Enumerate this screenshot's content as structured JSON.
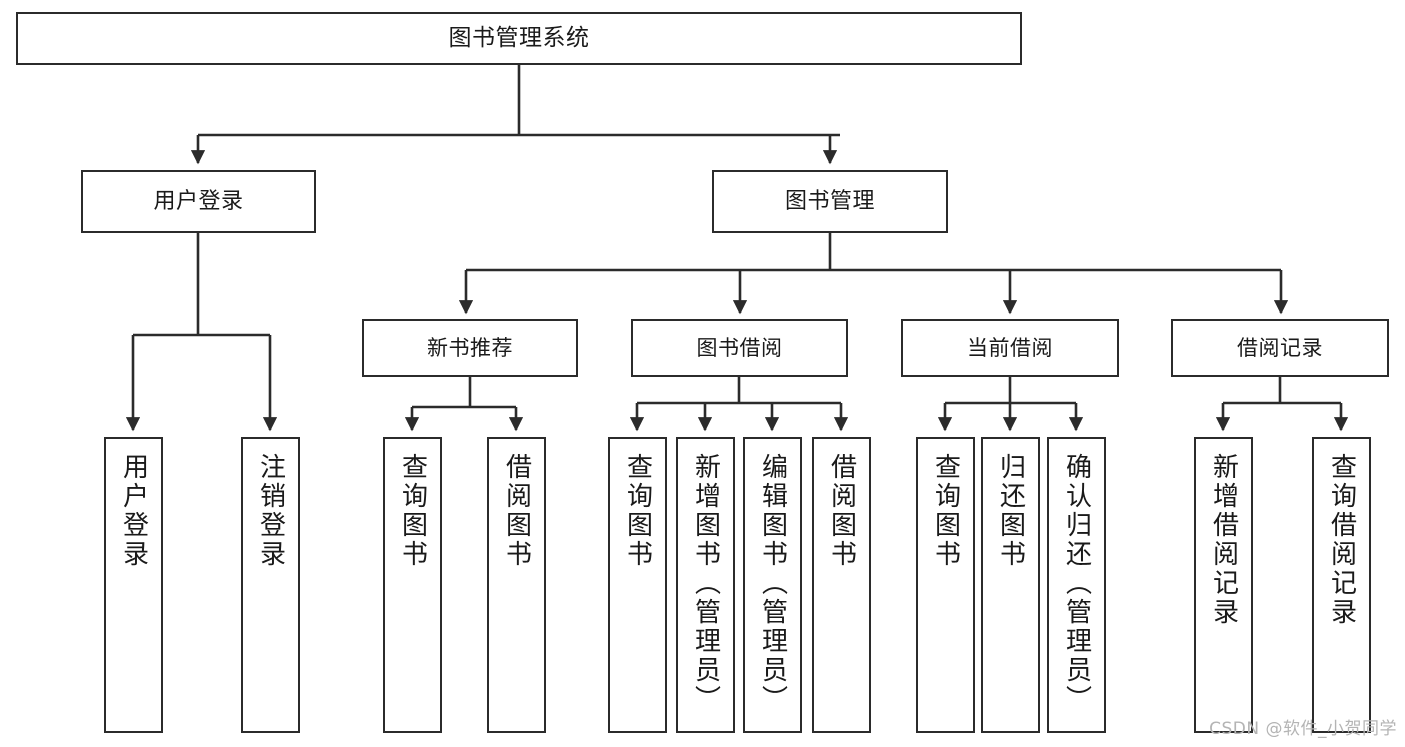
{
  "diagram": {
    "type": "tree",
    "title": "图书管理系统",
    "watermark": "CSDN @软件_小贺同学",
    "stroke_color": "#2b2b2b",
    "fill_color": "#ffffff",
    "text_color": "#1a1a1a",
    "root": {
      "label": "图书管理系统"
    },
    "level2": [
      {
        "label": "用户登录"
      },
      {
        "label": "图书管理"
      }
    ],
    "level3": [
      {
        "label": "新书推荐"
      },
      {
        "label": "图书借阅"
      },
      {
        "label": "当前借阅"
      },
      {
        "label": "借阅记录"
      }
    ],
    "leaves": [
      {
        "label": "用户登录",
        "parent": "用户登录"
      },
      {
        "label": "注销登录",
        "parent": "用户登录"
      },
      {
        "label": "查询图书",
        "parent": "新书推荐"
      },
      {
        "label": "借阅图书",
        "parent": "新书推荐"
      },
      {
        "label": "查询图书",
        "parent": "图书借阅"
      },
      {
        "label": "新增图书（管理员）",
        "parent": "图书借阅"
      },
      {
        "label": "编辑图书（管理员）",
        "parent": "图书借阅"
      },
      {
        "label": "借阅图书",
        "parent": "图书借阅"
      },
      {
        "label": "查询图书",
        "parent": "当前借阅"
      },
      {
        "label": "归还图书",
        "parent": "当前借阅"
      },
      {
        "label": "确认归还（管理员）",
        "parent": "当前借阅"
      },
      {
        "label": "新增借阅记录",
        "parent": "借阅记录"
      },
      {
        "label": "查询借阅记录",
        "parent": "借阅记录"
      }
    ]
  }
}
